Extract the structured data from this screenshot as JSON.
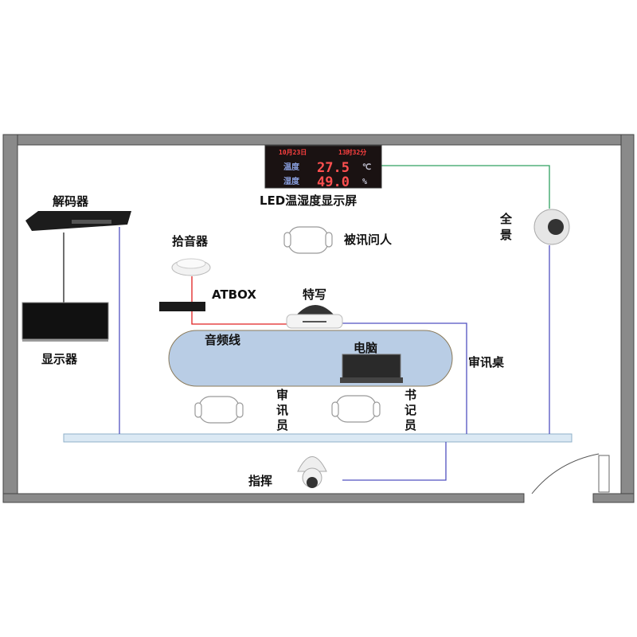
{
  "title": "审讯室设备布局图",
  "led_display": {
    "date": "10月23日",
    "time": "13时32分",
    "temp_label": "温度",
    "temp_value": "27.5",
    "temp_unit": "℃",
    "humidity_label": "湿度",
    "humidity_value": "49.0",
    "humidity_unit": "%",
    "caption": "LED温湿度显示屏"
  },
  "labels": {
    "decoder": "解码器",
    "monitor": "显示器",
    "pickup": "拾音器",
    "atbox": "ATBOX",
    "closeup": "特写",
    "panorama_1": "全",
    "panorama_2": "景",
    "suspect": "被讯问人",
    "audio_cable": "音频线",
    "computer": "电脑",
    "table": "审讯桌",
    "interrogator_1": "审",
    "interrogator_2": "讯",
    "interrogator_3": "员",
    "clerk_1": "书",
    "clerk_2": "记",
    "clerk_3": "员",
    "command": "指挥"
  },
  "colors": {
    "wall": "#808080",
    "table": "#b9cde5",
    "signal_wire": "#5050c0",
    "audio_wire": "#e02020",
    "led_wire": "#30a060",
    "led_text": "#ff4040"
  }
}
